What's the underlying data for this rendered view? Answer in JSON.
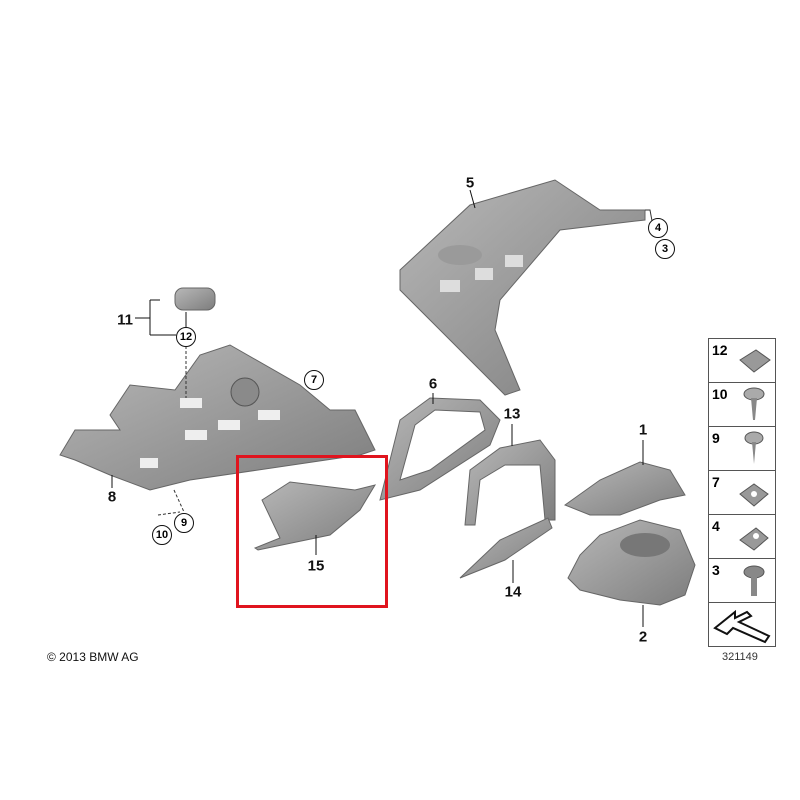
{
  "diagram": {
    "copyright": "© 2013 BMW AG",
    "reference_number": "321149",
    "highlight_color": "#e0141e",
    "callouts": [
      {
        "id": "5",
        "style": "plain"
      },
      {
        "id": "4",
        "style": "circled"
      },
      {
        "id": "3",
        "style": "circled"
      },
      {
        "id": "11",
        "style": "plain"
      },
      {
        "id": "12",
        "style": "circled"
      },
      {
        "id": "7",
        "style": "circled"
      },
      {
        "id": "6",
        "style": "plain"
      },
      {
        "id": "13",
        "style": "plain"
      },
      {
        "id": "1",
        "style": "plain"
      },
      {
        "id": "8",
        "style": "plain"
      },
      {
        "id": "9",
        "style": "circled"
      },
      {
        "id": "10",
        "style": "circled"
      },
      {
        "id": "15",
        "style": "plain"
      },
      {
        "id": "14",
        "style": "plain"
      },
      {
        "id": "2",
        "style": "plain"
      }
    ],
    "hardware_legend": [
      {
        "id": "12",
        "icon": "clip-icon"
      },
      {
        "id": "10",
        "icon": "screw-icon"
      },
      {
        "id": "9",
        "icon": "screw-icon"
      },
      {
        "id": "7",
        "icon": "nut-clip-icon"
      },
      {
        "id": "4",
        "icon": "nut-clip-icon"
      },
      {
        "id": "3",
        "icon": "bolt-icon"
      },
      {
        "id": "",
        "icon": "arrow-icon"
      }
    ]
  }
}
